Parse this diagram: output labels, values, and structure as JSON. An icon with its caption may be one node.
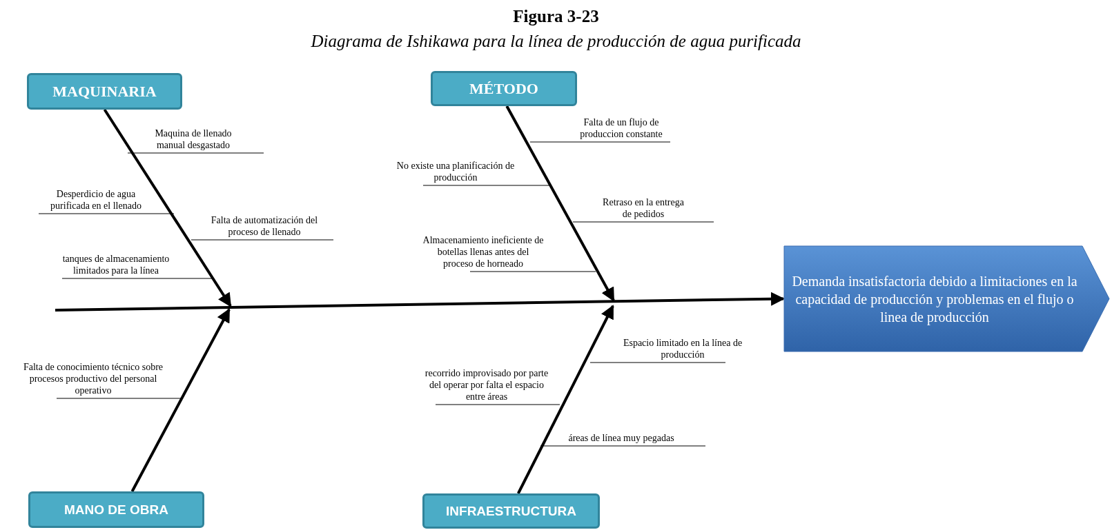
{
  "diagram": {
    "title": "Figura 3-23",
    "caption": "Diagrama de Ishikawa para la línea de producción de agua purificada",
    "nodes": [
      {
        "text": [
          "MAQUINARIA"
        ]
      },
      {
        "text": [
          "MÉTODO"
        ]
      },
      {
        "text": [
          "MANO DE OBRA"
        ]
      },
      {
        "text": [
          "INFRAESTRUCTURA"
        ]
      },
      {
        "text": [
          "Demanda insatisfactoria debido a limitaciones en la capacidad de producción y problemas en el flujo o linea de producción"
        ]
      }
    ],
    "edges": [
      {
        "from": null,
        "to": 4,
        "arrow": "to"
      },
      {
        "from": 0,
        "to": null,
        "arrow": "to"
      },
      {
        "from": 1,
        "to": null,
        "arrow": "to"
      },
      {
        "from": 2,
        "to": null,
        "arrow": "to"
      },
      {
        "from": 3,
        "to": null,
        "arrow": "to"
      }
    ],
    "labels": [
      "Maquina de llenado manual desgastado",
      "Falta de un flujo de produccion constante",
      "No existe una planificación de producción",
      "Desperdicio de agua purificada en el llenado",
      "Retraso en la entrega de pedidos",
      "Falta de automatización del proceso de llenado",
      "Almacenamiento ineficiente de botellas llenas antes del proceso de horneado",
      "tanques de almacenamiento limitados para la línea",
      "Espacio limitado en la línea de producción",
      "Falta de conocimiento técnico sobre procesos productivo del personal operativo",
      "recorrido improvisado por parte del operar por falta el espacio entre áreas",
      "áreas de línea muy pegadas"
    ]
  }
}
